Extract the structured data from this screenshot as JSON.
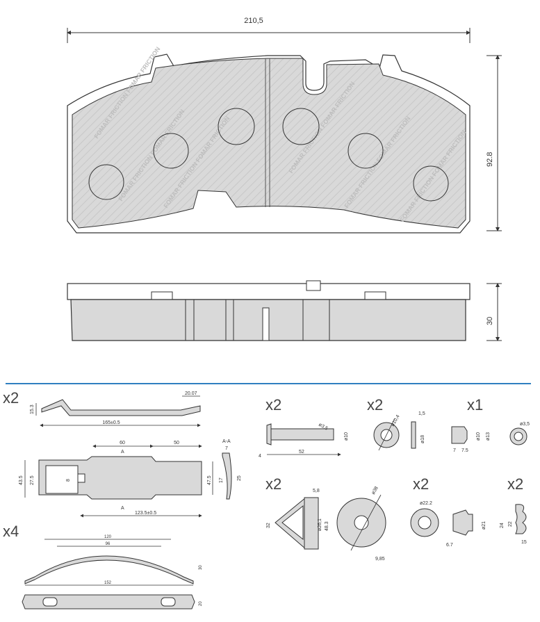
{
  "main_pad": {
    "width_dim": "210,5",
    "height_dim": "92.8",
    "thickness_dim": "30",
    "brand_text": "FOMAR FRICTION"
  },
  "colors": {
    "pad_fill": "#d9d9d9",
    "line": "#333333",
    "separator": "#2f7fc1",
    "hatch": "#bcbcbc"
  },
  "accessories": {
    "spring_clip": {
      "qty": "x2",
      "dim_height": "15.3",
      "dim_len": "165±0.5",
      "dim_end": "20.07"
    },
    "plate": {
      "dim_60": "60",
      "dim_50": "50",
      "dim_435": "43.5",
      "dim_275": "27.5",
      "dim_8": "8",
      "dim_1235": "123.5±0.5",
      "dim_475": "47.5",
      "section": "A-A",
      "dim_7": "7",
      "dim_17": "17",
      "dim_25": "25",
      "marker_a": "A"
    },
    "retainer": {
      "qty": "x4",
      "dim_120": "120",
      "dim_96": "96",
      "dim_152": "152",
      "dim_30": "30",
      "dim_20": "20"
    },
    "pin": {
      "qty": "x2",
      "dim_dia": "ø3,5",
      "dim_d10": "ø10",
      "dim_4": "4",
      "dim_52": "52"
    },
    "washer": {
      "qty": "x2",
      "dim_d104": "ø10,4",
      "dim_15": "1,5",
      "dim_d18": "ø18"
    },
    "bushing": {
      "qty": "x1",
      "dim_d10": "ø10",
      "dim_d13": "ø13",
      "dim_7": "7",
      "dim_75": "7.5",
      "dim_d35": "ø3,5"
    },
    "cap": {
      "qty": "x2",
      "dim_58": "5,8",
      "dim_32": "32",
      "dim_d261": "ø26,1",
      "dim_483": "48.3",
      "dim_d38": "ø38",
      "dim_985": "9,85"
    },
    "grommet": {
      "qty": "x2",
      "dim_d222": "ø22.2",
      "dim_d21": "ø21",
      "dim_67": "6.7"
    },
    "clip": {
      "qty": "x2",
      "dim_24": "24",
      "dim_22": "22",
      "dim_15": "15"
    }
  }
}
